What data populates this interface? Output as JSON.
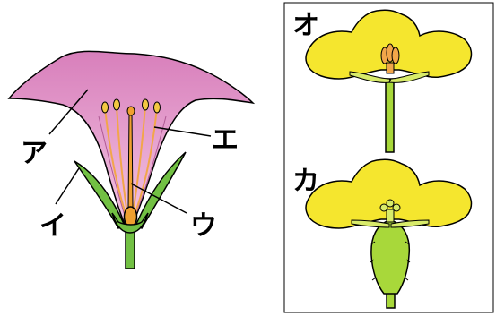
{
  "labels": {
    "a": "ア",
    "i": "イ",
    "u": "ウ",
    "e": "エ",
    "o": "オ",
    "ka": "カ"
  },
  "colors": {
    "petal_pink": "#e08ec5",
    "petal_pink_light": "#f4c6e4",
    "stamen_yellow": "#f3c842",
    "pistil_orange": "#f0a030",
    "sepal_green": "#72c043",
    "flower_yellow": "#f5e62e",
    "anther_orange": "#f2a64a",
    "stem_green": "#a8d83a"
  }
}
